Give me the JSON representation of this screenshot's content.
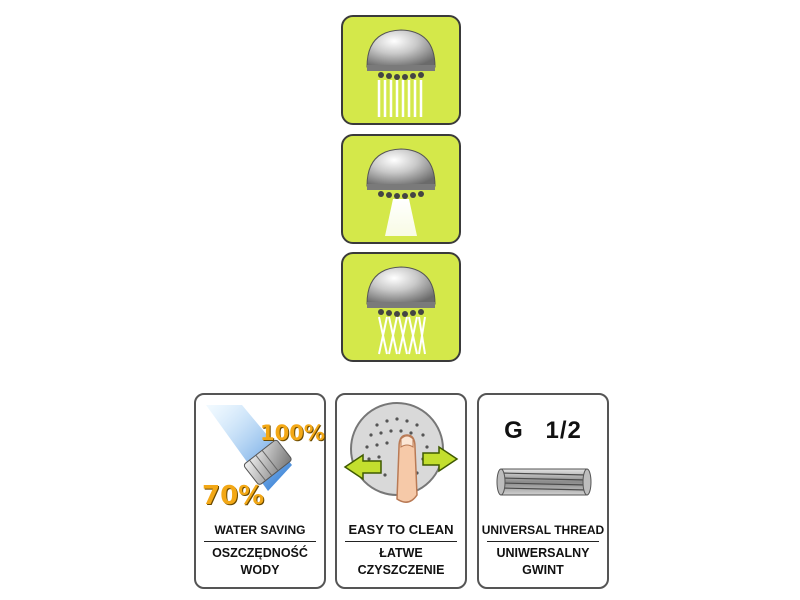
{
  "spray_modes": [
    {
      "name": "straight-spray"
    },
    {
      "name": "single-jet"
    },
    {
      "name": "crossed-spray"
    }
  ],
  "features": {
    "water_saving": {
      "pct_full": "100%",
      "pct_saved": "70%",
      "label_en": "WATER SAVING",
      "label_pl_line1": "OSZCZĘDNOŚĆ",
      "label_pl_line2": "WODY"
    },
    "easy_clean": {
      "label_en": "EASY TO CLEAN",
      "label_pl_line1": "ŁATWE",
      "label_pl_line2": "CZYSZCZENIE"
    },
    "universal_thread": {
      "thread_size": "G 1/2",
      "label_en": "UNIVERSAL THREAD",
      "label_pl_line1": "UNIWERSALNY",
      "label_pl_line2": "GWINT"
    }
  },
  "colors": {
    "tile_green": "#d4e84a",
    "percent_orange": "#f3a816",
    "arrow_green": "#c3df2e"
  }
}
